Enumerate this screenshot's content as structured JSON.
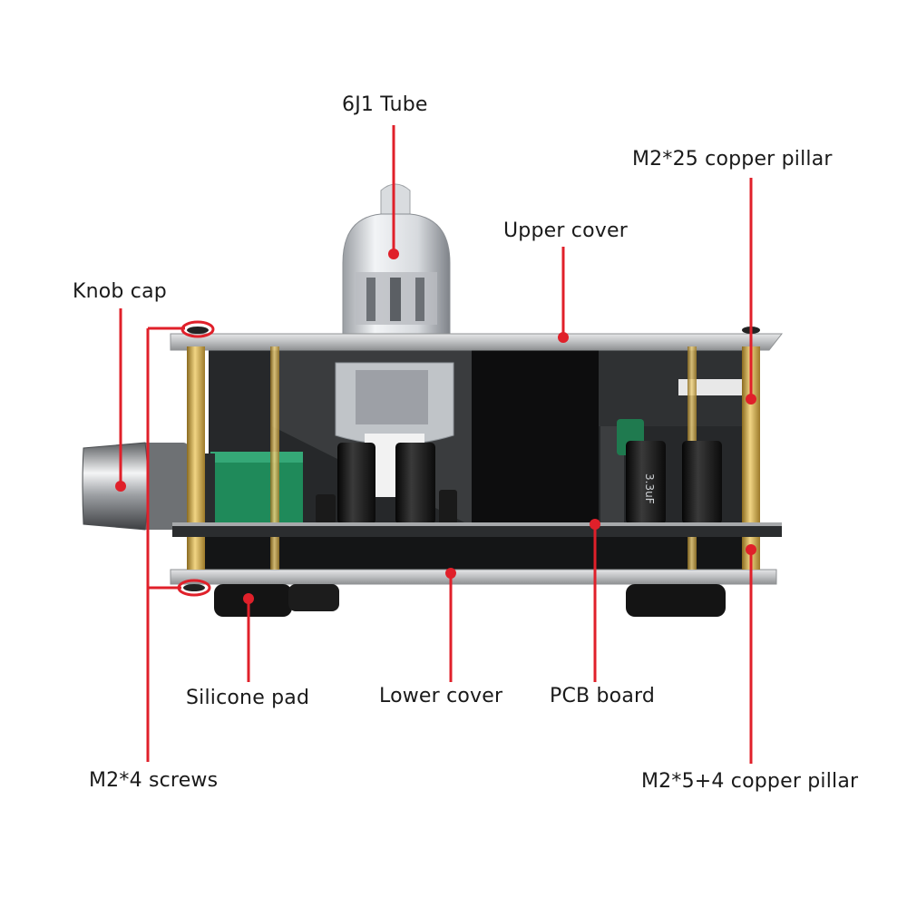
{
  "labels": {
    "tube": "6J1 Tube",
    "upper_cover": "Upper cover",
    "copper_pillar_25": "M2*25 copper pillar",
    "knob_cap": "Knob cap",
    "silicone_pad": "Silicone pad",
    "lower_cover": "Lower cover",
    "pcb_board": "PCB board",
    "screws": "M2*4 screws",
    "copper_pillar_5_4": "M2*5+4 copper pillar"
  },
  "component_markings": {
    "capacitor_right": "3.3uF"
  },
  "colors": {
    "callout_line": "#e0202a",
    "label_text": "#1a1a1a",
    "brass": "#c9a44a",
    "plate": "#b9bbbd",
    "pcb": "#1b1d1f",
    "pot": "#1f8a5a"
  }
}
